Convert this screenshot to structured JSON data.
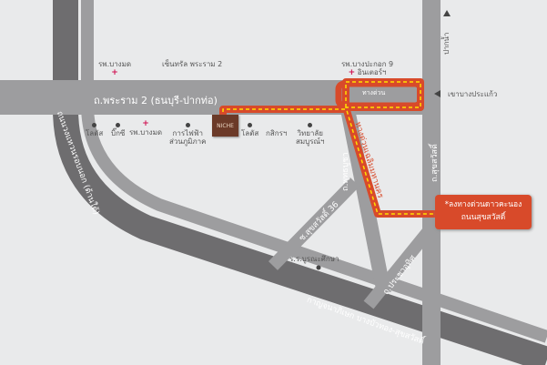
{
  "roads": {
    "rama2": "ถ.พระราม 2 (ธนบุรี-ปากท่อ)",
    "outer_ring": "ถนนวงแหวนรอบนอก (ด้านใต้)",
    "expressway_short": "ทางด่วน",
    "expressway_route": "ทางด่วนเฉลิมมหานคร",
    "phutthabucha": "ถ.พุทธบูชา",
    "sukhumvit": "ถ.สุขสวัสดิ์",
    "soi": "ซ.สุขสวัสดิ์ 36",
    "pracha_uthit": "ถ.ประชาอุทิศ",
    "kanchanaphisek": "กาญจนาภิเษก บางบัวทอง-สุขสวัสดิ์"
  },
  "directions": {
    "north": "ปากน้ำ",
    "east": "เขาบางประแก้ว"
  },
  "pois": {
    "bangmod_hosp_top": "รพ.บางมด",
    "central": "เซ็นทรัล พระราม 2",
    "hosp_bangpakok": "รพ.บางปะกอก 9",
    "hosp_bangpakok2": "อินเตอร์ฯ",
    "lotus": "โลตัส",
    "bigc": "บิ๊กซี",
    "bangmod_hosp": "รพ.บางมด",
    "prakanchai": "การไฟฟ้า",
    "prakanchai2": "ส่วนภูมิภาค",
    "niche": "NICHE",
    "lotus2": "โลตัส",
    "kasikorn": "กสิกรฯ",
    "school": "วิทยาลัย",
    "school2": "สมบูรณ์ฯ",
    "school_b": "ร.ร.บูรณะศึกษา"
  },
  "callout": {
    "line1": "*ลงทางด่วนดาวคะนอง",
    "line2": "ถนนสุขสวัสดิ์"
  },
  "colors": {
    "route": "#d84a2a",
    "dash": "#ffe000",
    "road": "#9d9d9f",
    "dark_road": "#6e6d6f"
  }
}
